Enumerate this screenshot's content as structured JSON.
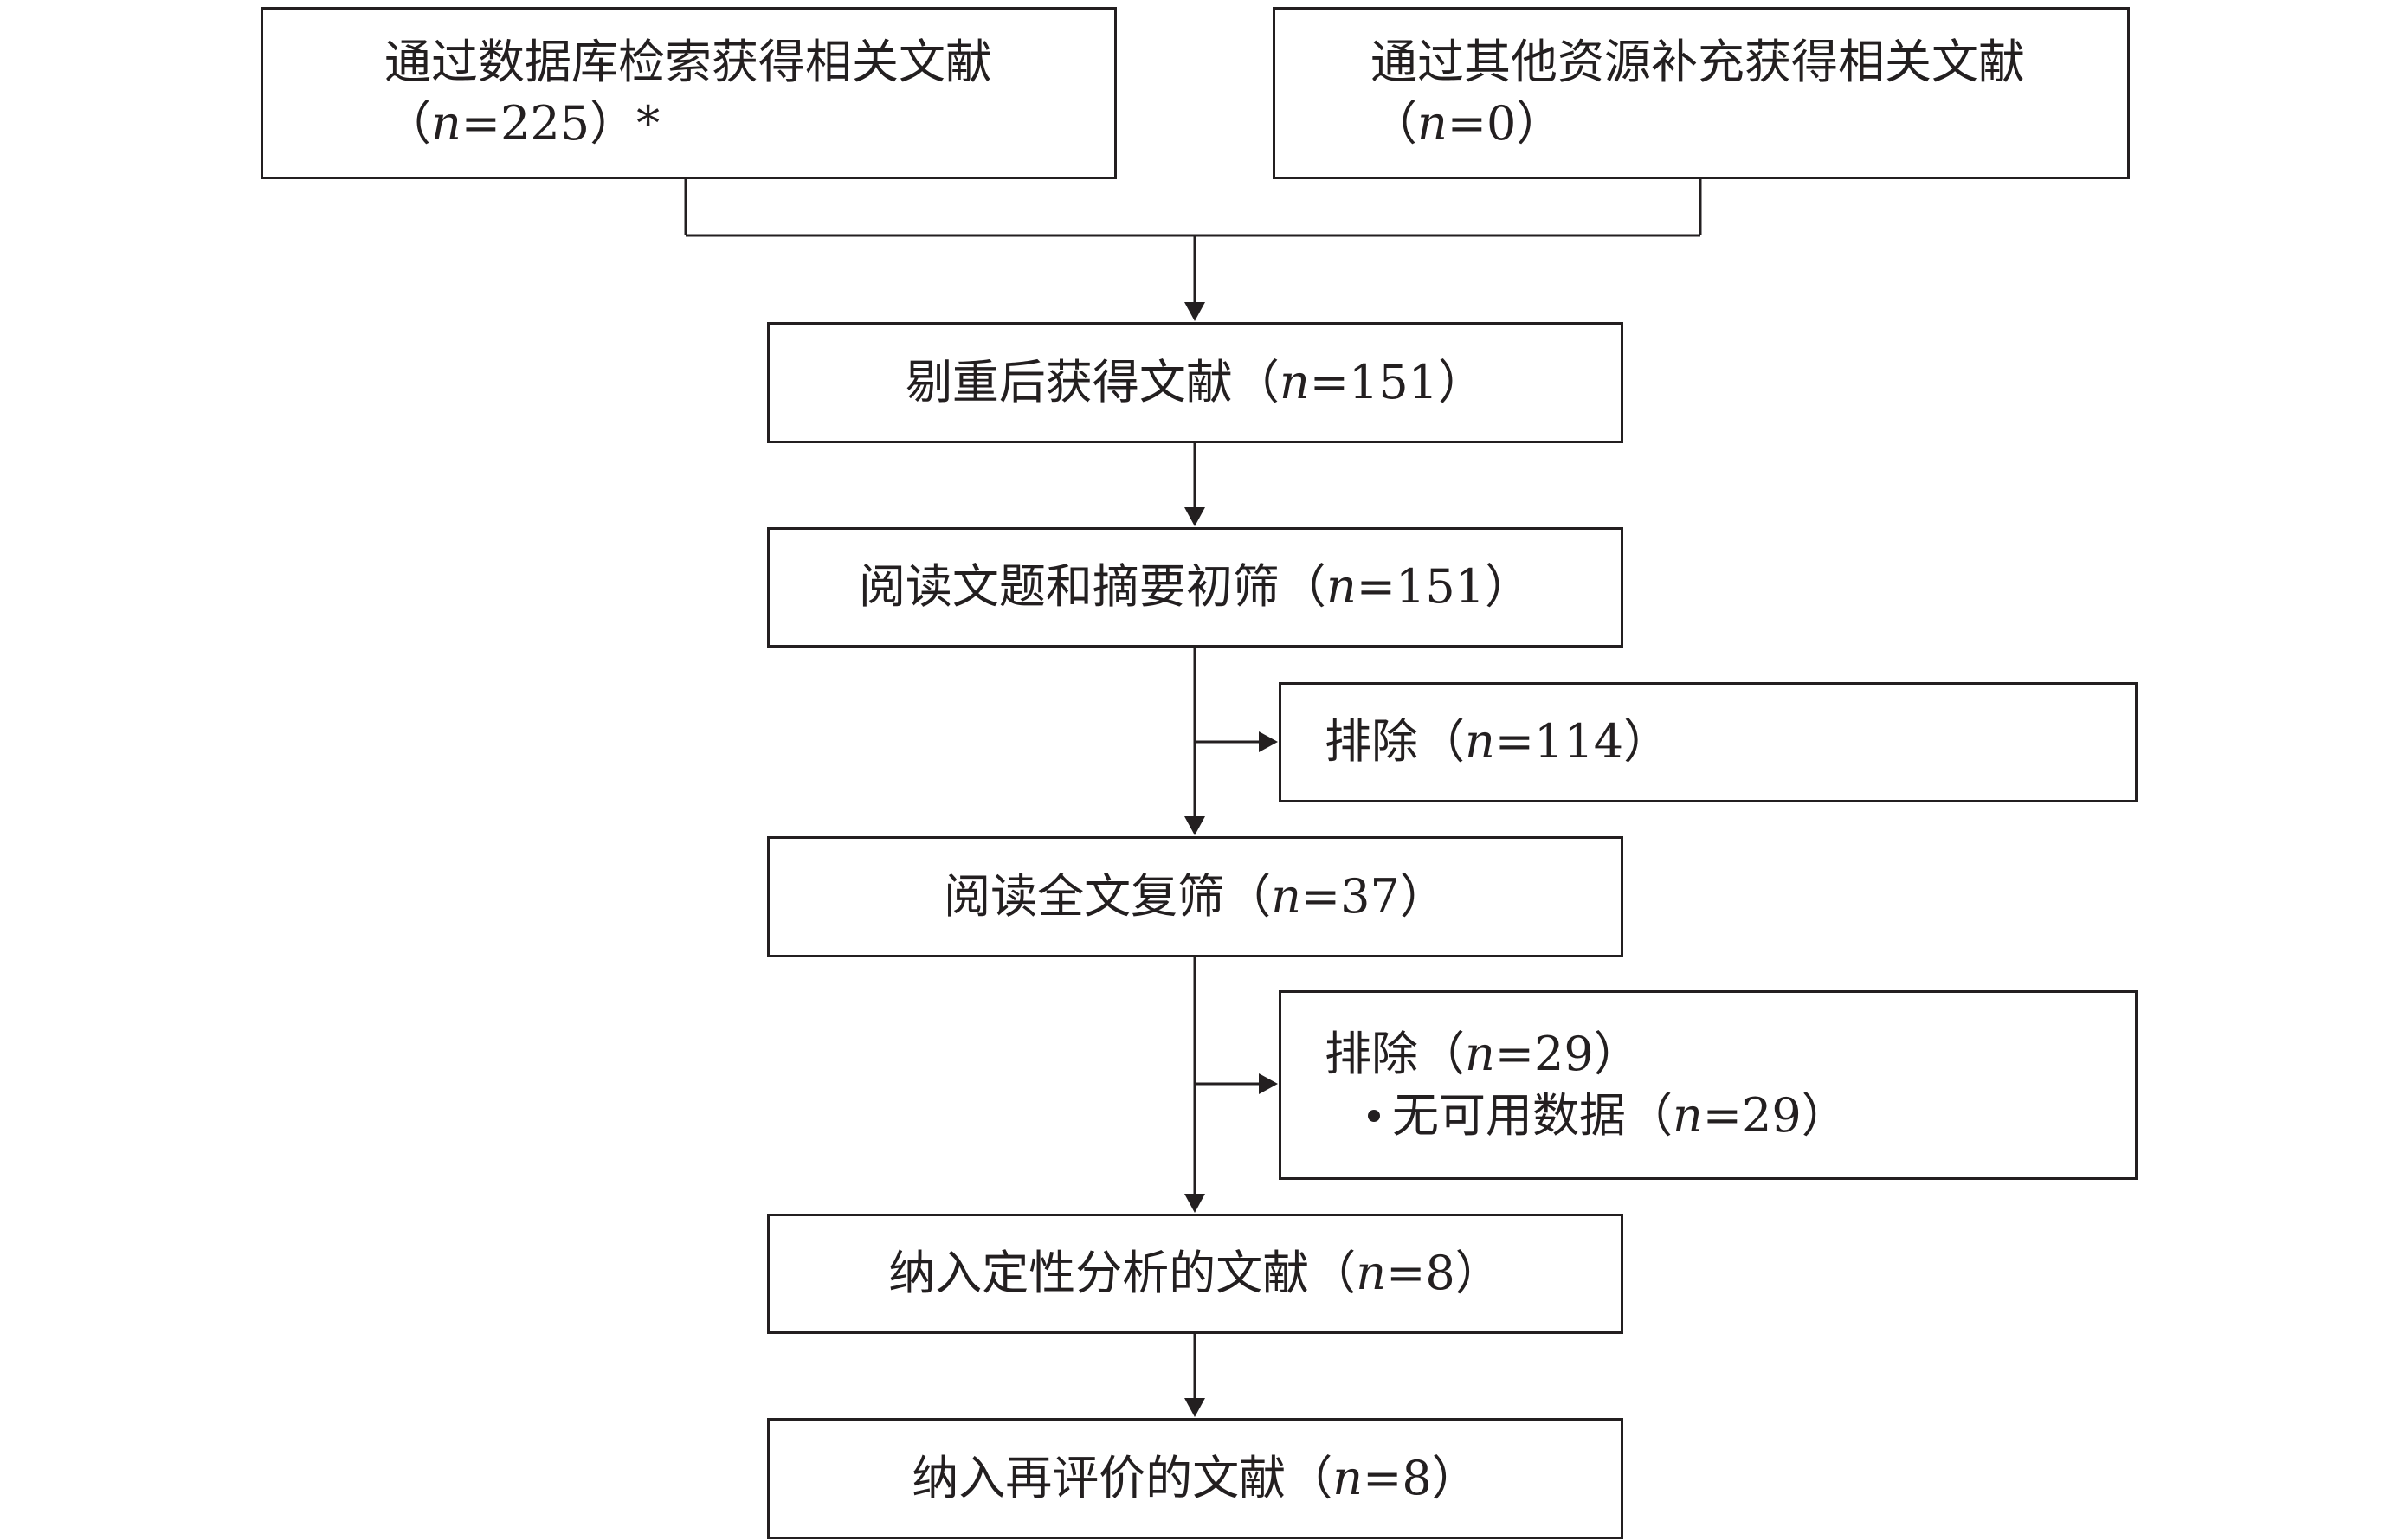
{
  "boxes": {
    "database": {
      "line1": "通过数据库检索获得相关文献",
      "open": "（",
      "n": "n",
      "rest": "=225）*"
    },
    "other_sources": {
      "line1": "通过其他资源补充获得相关文献",
      "open": "（",
      "n": "n",
      "rest": "=0）"
    },
    "dedup": {
      "label": "剔重后获得文献（",
      "n": "n",
      "rest": "=151）"
    },
    "title_abstract": {
      "label": "阅读文题和摘要初筛（",
      "n": "n",
      "rest": "=151）"
    },
    "exclude_1": {
      "label": "排除（",
      "n": "n",
      "rest": "=114）"
    },
    "full_text": {
      "label": "阅读全文复筛（",
      "n": "n",
      "rest": "=37）"
    },
    "exclude_2": {
      "label": "排除（",
      "n": "n",
      "rest": "=29）",
      "reason_label": "无可用数据（",
      "reason_n": "n",
      "reason_rest": "=29）"
    },
    "qualitative": {
      "label": "纳入定性分析的文献（",
      "n": "n",
      "rest": "=8）"
    },
    "reevaluation": {
      "label": "纳入再评价的文献（",
      "n": "n",
      "rest": "=8）"
    }
  }
}
